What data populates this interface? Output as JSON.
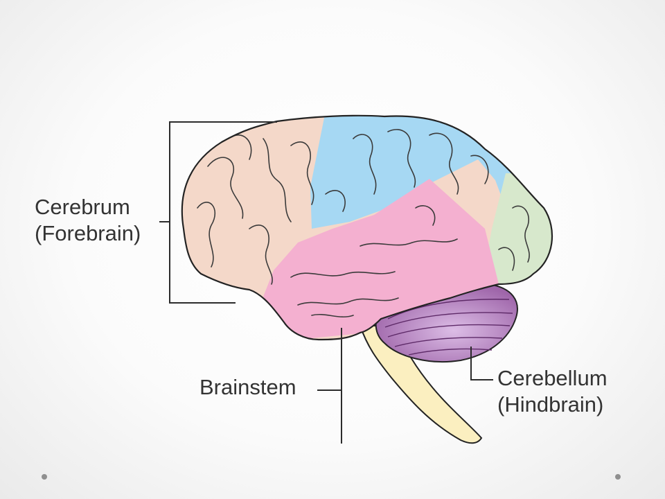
{
  "labels": {
    "cerebrum": {
      "line1": "Cerebrum",
      "line2": "(Forebrain)"
    },
    "brainstem": "Brainstem",
    "cerebellum": {
      "line1": "Cerebellum",
      "line2": "(Hindbrain)"
    }
  },
  "colors": {
    "frontal": "#f4d8c9",
    "parietal": "#a6d8f3",
    "temporal": "#f4b0d0",
    "occipital": "#d7e8cc",
    "cerebellum": "#b27ab8",
    "brainstem": "#fbefc0",
    "outline": "#232323",
    "leader": "#2b2b2b"
  }
}
